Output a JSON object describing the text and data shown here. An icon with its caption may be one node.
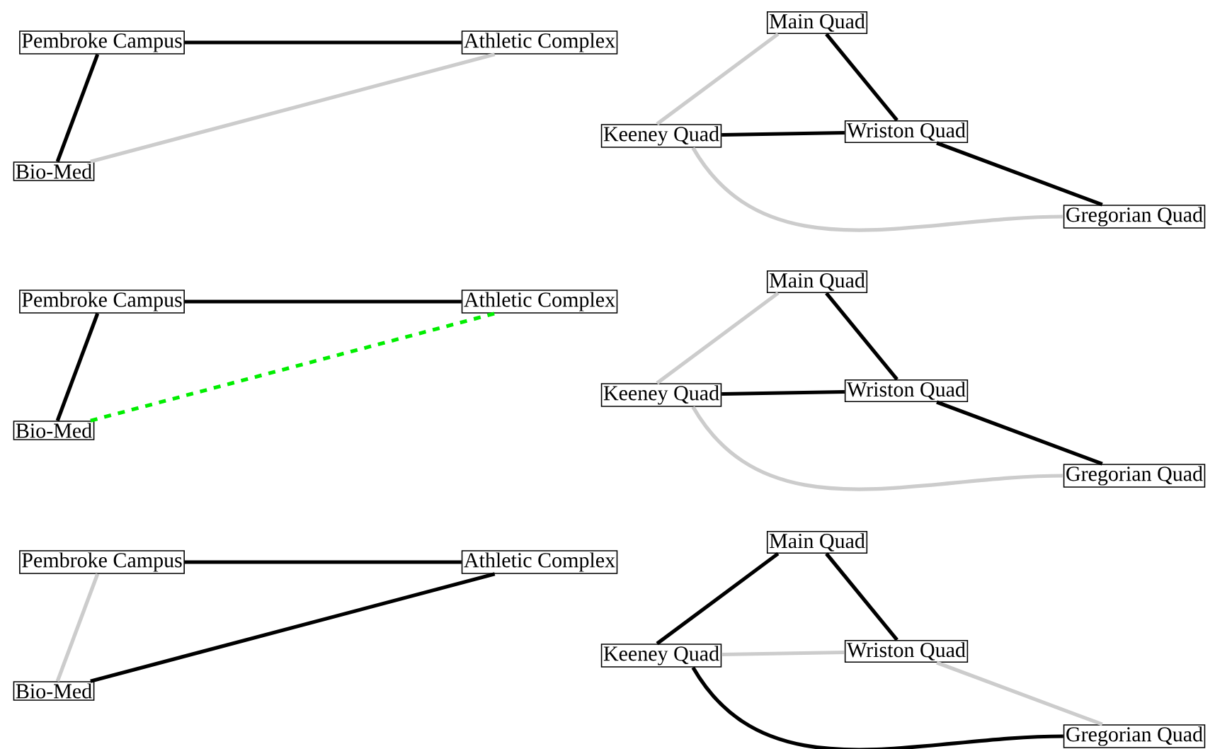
{
  "diagram": {
    "nodes": [
      {
        "text": [
          "Pembroke Campus"
        ]
      },
      {
        "text": [
          "Athletic Complex"
        ]
      },
      {
        "text": [
          "Bio-Med"
        ]
      },
      {
        "text": [
          "Main Quad"
        ]
      },
      {
        "text": [
          "Keeney Quad"
        ]
      },
      {
        "text": [
          "Wriston Quad"
        ]
      },
      {
        "text": [
          "Gregorian Quad"
        ]
      },
      {
        "text": [
          "Pembroke Campus"
        ]
      },
      {
        "text": [
          "Athletic Complex"
        ]
      },
      {
        "text": [
          "Bio-Med"
        ]
      },
      {
        "text": [
          "Main Quad"
        ]
      },
      {
        "text": [
          "Keeney Quad"
        ]
      },
      {
        "text": [
          "Wriston Quad"
        ]
      },
      {
        "text": [
          "Gregorian Quad"
        ]
      },
      {
        "text": [
          "Pembroke Campus"
        ]
      },
      {
        "text": [
          "Athletic Complex"
        ]
      },
      {
        "text": [
          "Bio-Med"
        ]
      },
      {
        "text": [
          "Main Quad"
        ]
      },
      {
        "text": [
          "Keeney Quad"
        ]
      },
      {
        "text": [
          "Wriston Quad"
        ]
      },
      {
        "text": [
          "Gregorian Quad"
        ]
      }
    ],
    "edges": [
      {
        "from": 0,
        "to": 1,
        "arrow": "none"
      },
      {
        "from": 0,
        "to": 2,
        "arrow": "none"
      },
      {
        "from": 2,
        "to": 1,
        "arrow": "none",
        "color": "#cccccc"
      },
      {
        "from": 3,
        "to": 4,
        "arrow": "none",
        "color": "#cccccc"
      },
      {
        "from": 3,
        "to": 5,
        "arrow": "none"
      },
      {
        "from": 4,
        "to": 5,
        "arrow": "none"
      },
      {
        "from": 5,
        "to": 6,
        "arrow": "none"
      },
      {
        "from": 4,
        "to": 6,
        "arrow": "none",
        "color": "#cccccc"
      },
      {
        "from": 7,
        "to": 8,
        "arrow": "none"
      },
      {
        "from": 7,
        "to": 9,
        "arrow": "none"
      },
      {
        "from": 9,
        "to": 8,
        "arrow": "none",
        "style": "dashed",
        "color": "#00ee00"
      },
      {
        "from": 10,
        "to": 11,
        "arrow": "none",
        "color": "#cccccc"
      },
      {
        "from": 10,
        "to": 12,
        "arrow": "none"
      },
      {
        "from": 11,
        "to": 12,
        "arrow": "none"
      },
      {
        "from": 12,
        "to": 13,
        "arrow": "none"
      },
      {
        "from": 11,
        "to": 13,
        "arrow": "none",
        "color": "#cccccc"
      },
      {
        "from": 14,
        "to": 15,
        "arrow": "none"
      },
      {
        "from": 14,
        "to": 16,
        "arrow": "none",
        "color": "#cccccc"
      },
      {
        "from": 16,
        "to": 15,
        "arrow": "none"
      },
      {
        "from": 17,
        "to": 18,
        "arrow": "none"
      },
      {
        "from": 17,
        "to": 19,
        "arrow": "none"
      },
      {
        "from": 18,
        "to": 19,
        "arrow": "none",
        "color": "#cccccc"
      },
      {
        "from": 19,
        "to": 20,
        "arrow": "none",
        "color": "#cccccc"
      },
      {
        "from": 18,
        "to": 20,
        "arrow": "none"
      }
    ]
  }
}
